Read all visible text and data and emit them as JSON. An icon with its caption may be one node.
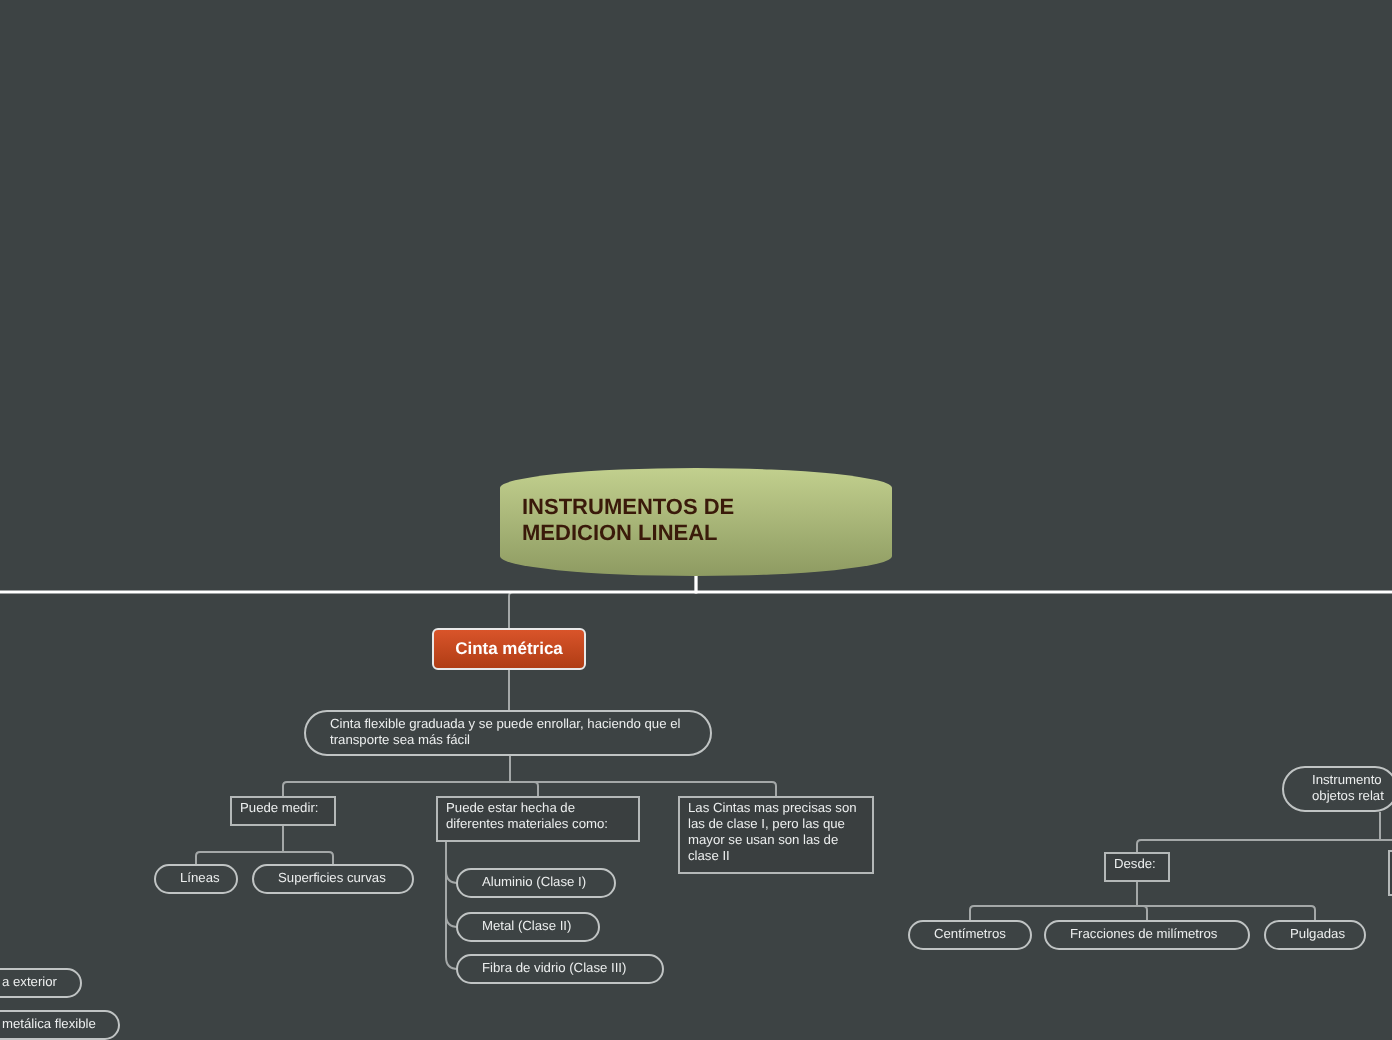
{
  "diagram": {
    "nodes": [
      {
        "text": [
          "INSTRUMENTOS DE MEDICION LINEAL"
        ]
      },
      {
        "text": [
          "Cinta métrica"
        ]
      },
      {
        "text": [
          "Cinta flexible graduada y se puede enrollar, haciendo que el transporte sea más fácil"
        ]
      },
      {
        "text": [
          "Puede medir:"
        ]
      },
      {
        "text": [
          "Puede estar hecha de diferentes materiales como:"
        ]
      },
      {
        "text": [
          "Las Cintas mas precisas son las de clase I, pero las que mayor se usan son las de clase II"
        ]
      },
      {
        "text": [
          "Líneas"
        ]
      },
      {
        "text": [
          "Superficies curvas"
        ]
      },
      {
        "text": [
          "Aluminio (Clase I)"
        ]
      },
      {
        "text": [
          "Metal (Clase II)"
        ]
      },
      {
        "text": [
          "Fibra de vidrio (Clase III)"
        ]
      },
      {
        "text": [
          "Instrumento objetos relat"
        ]
      },
      {
        "text": [],
        "shape": "box"
      },
      {
        "text": [
          "Desde:"
        ]
      },
      {
        "text": [
          "Centímetros"
        ]
      },
      {
        "text": [
          "Fracciones de milímetros"
        ]
      },
      {
        "text": [
          "Pulgadas"
        ]
      },
      {
        "text": [
          "a exterior"
        ]
      },
      {
        "text": [
          "metálica flexible"
        ]
      }
    ],
    "edges": [
      {
        "from": 0,
        "to": 1,
        "arrow": "none"
      },
      {
        "from": 1,
        "to": 2,
        "arrow": "none"
      },
      {
        "from": 2,
        "to": 3,
        "arrow": "none"
      },
      {
        "from": 2,
        "to": 4,
        "arrow": "none"
      },
      {
        "from": 2,
        "to": 5,
        "arrow": "none"
      },
      {
        "from": 3,
        "to": 6,
        "arrow": "none"
      },
      {
        "from": 3,
        "to": 7,
        "arrow": "none"
      },
      {
        "from": 4,
        "to": 8,
        "arrow": "none"
      },
      {
        "from": 4,
        "to": 9,
        "arrow": "none"
      },
      {
        "from": 4,
        "to": 10,
        "arrow": "none"
      },
      {
        "from": 11,
        "to": 13,
        "arrow": "none"
      },
      {
        "from": 11,
        "to": 12,
        "arrow": "none"
      },
      {
        "from": 13,
        "to": 14,
        "arrow": "none"
      },
      {
        "from": 13,
        "to": 15,
        "arrow": "none"
      },
      {
        "from": 13,
        "to": 16,
        "arrow": "none"
      },
      {
        "from": 0,
        "to": null,
        "arrow": "none",
        "color": "#ffffff"
      },
      {
        "from": 0,
        "to": null,
        "arrow": "none",
        "color": "#ffffff"
      }
    ]
  }
}
